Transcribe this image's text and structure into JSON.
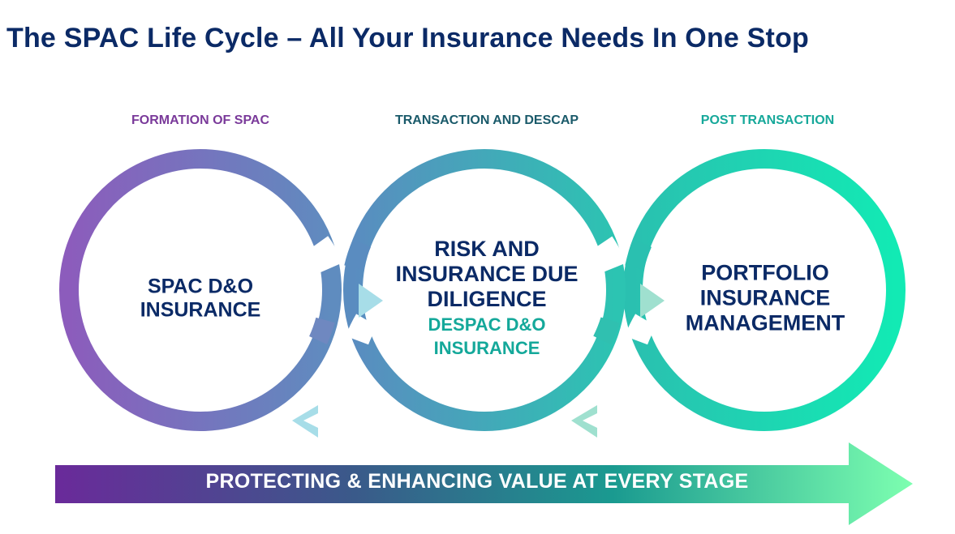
{
  "title": "The SPAC Life Cycle – All Your Insurance Needs In One Stop",
  "stages": [
    {
      "label": "FORMATION OF SPAC",
      "label_color": "#7a3a9a",
      "lines": [
        "SPAC D&O",
        "INSURANCE"
      ]
    },
    {
      "label": "TRANSACTION AND DESCAP",
      "label_color": "#1a5a6a",
      "lines": [
        "RISK AND",
        "INSURANCE DUE",
        "DILIGENCE"
      ],
      "sub_lines": [
        "DESPAC D&O",
        "INSURANCE"
      ]
    },
    {
      "label": "POST TRANSACTION",
      "label_color": "#16a89a",
      "lines": [
        "PORTFOLIO",
        "INSURANCE",
        "MANAGEMENT"
      ]
    }
  ],
  "banner": {
    "text": "PROTECTING & ENHANCING VALUE AT EVERY STAGE"
  },
  "colors": {
    "title": "#0b2a66",
    "purple": "#8a5cb8",
    "blue": "#4f8cb8",
    "teal": "#2fc4b0",
    "mint": "#16e8b0",
    "banner_start": "#6a2a9a",
    "banner_end": "#7dffb0"
  },
  "icons": [
    "chevron-right-icon",
    "chevron-left-icon"
  ]
}
